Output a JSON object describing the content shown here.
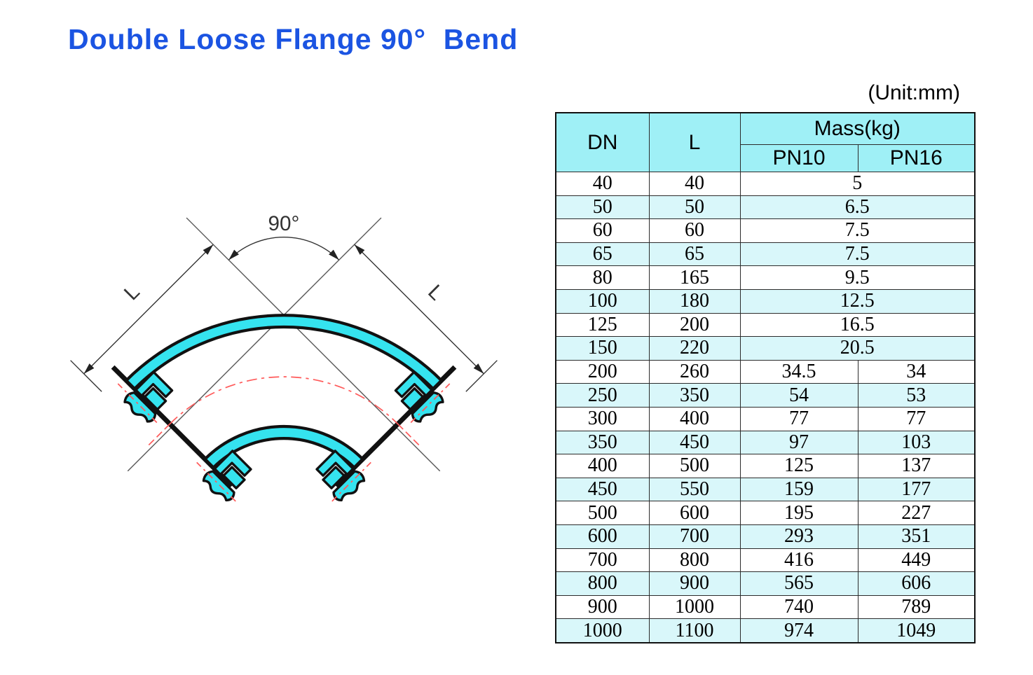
{
  "title": "Double Loose Flange 90°  Bend",
  "unit_label": "(Unit:mm)",
  "colors": {
    "title_blue": "#1b54e2",
    "table_header_cyan": "#9ff0f6",
    "table_alt_row_cyan": "#d9f7fa",
    "diagram_fill_cyan": "#35e3ef",
    "centerline_red": "#ff5a5a",
    "line_black": "#111111"
  },
  "diagram": {
    "angle_label": "90°",
    "dim_label_left": "L",
    "dim_label_right": "L"
  },
  "table": {
    "headers": {
      "dn": "DN",
      "l": "L",
      "mass": "Mass(kg)",
      "pn10": "PN10",
      "pn16": "PN16"
    },
    "rows": [
      {
        "dn": "40",
        "l": "40",
        "mass": "5"
      },
      {
        "dn": "50",
        "l": "50",
        "mass": "6.5"
      },
      {
        "dn": "60",
        "l": "60",
        "mass": "7.5"
      },
      {
        "dn": "65",
        "l": "65",
        "mass": "7.5"
      },
      {
        "dn": "80",
        "l": "165",
        "mass": "9.5"
      },
      {
        "dn": "100",
        "l": "180",
        "mass": "12.5"
      },
      {
        "dn": "125",
        "l": "200",
        "mass": "16.5"
      },
      {
        "dn": "150",
        "l": "220",
        "mass": "20.5"
      },
      {
        "dn": "200",
        "l": "260",
        "pn10": "34.5",
        "pn16": "34"
      },
      {
        "dn": "250",
        "l": "350",
        "pn10": "54",
        "pn16": "53"
      },
      {
        "dn": "300",
        "l": "400",
        "pn10": "77",
        "pn16": "77"
      },
      {
        "dn": "350",
        "l": "450",
        "pn10": "97",
        "pn16": "103"
      },
      {
        "dn": "400",
        "l": "500",
        "pn10": "125",
        "pn16": "137"
      },
      {
        "dn": "450",
        "l": "550",
        "pn10": "159",
        "pn16": "177"
      },
      {
        "dn": "500",
        "l": "600",
        "pn10": "195",
        "pn16": "227"
      },
      {
        "dn": "600",
        "l": "700",
        "pn10": "293",
        "pn16": "351"
      },
      {
        "dn": "700",
        "l": "800",
        "pn10": "416",
        "pn16": "449"
      },
      {
        "dn": "800",
        "l": "900",
        "pn10": "565",
        "pn16": "606"
      },
      {
        "dn": "900",
        "l": "1000",
        "pn10": "740",
        "pn16": "789"
      },
      {
        "dn": "1000",
        "l": "1100",
        "pn10": "974",
        "pn16": "1049"
      }
    ]
  }
}
